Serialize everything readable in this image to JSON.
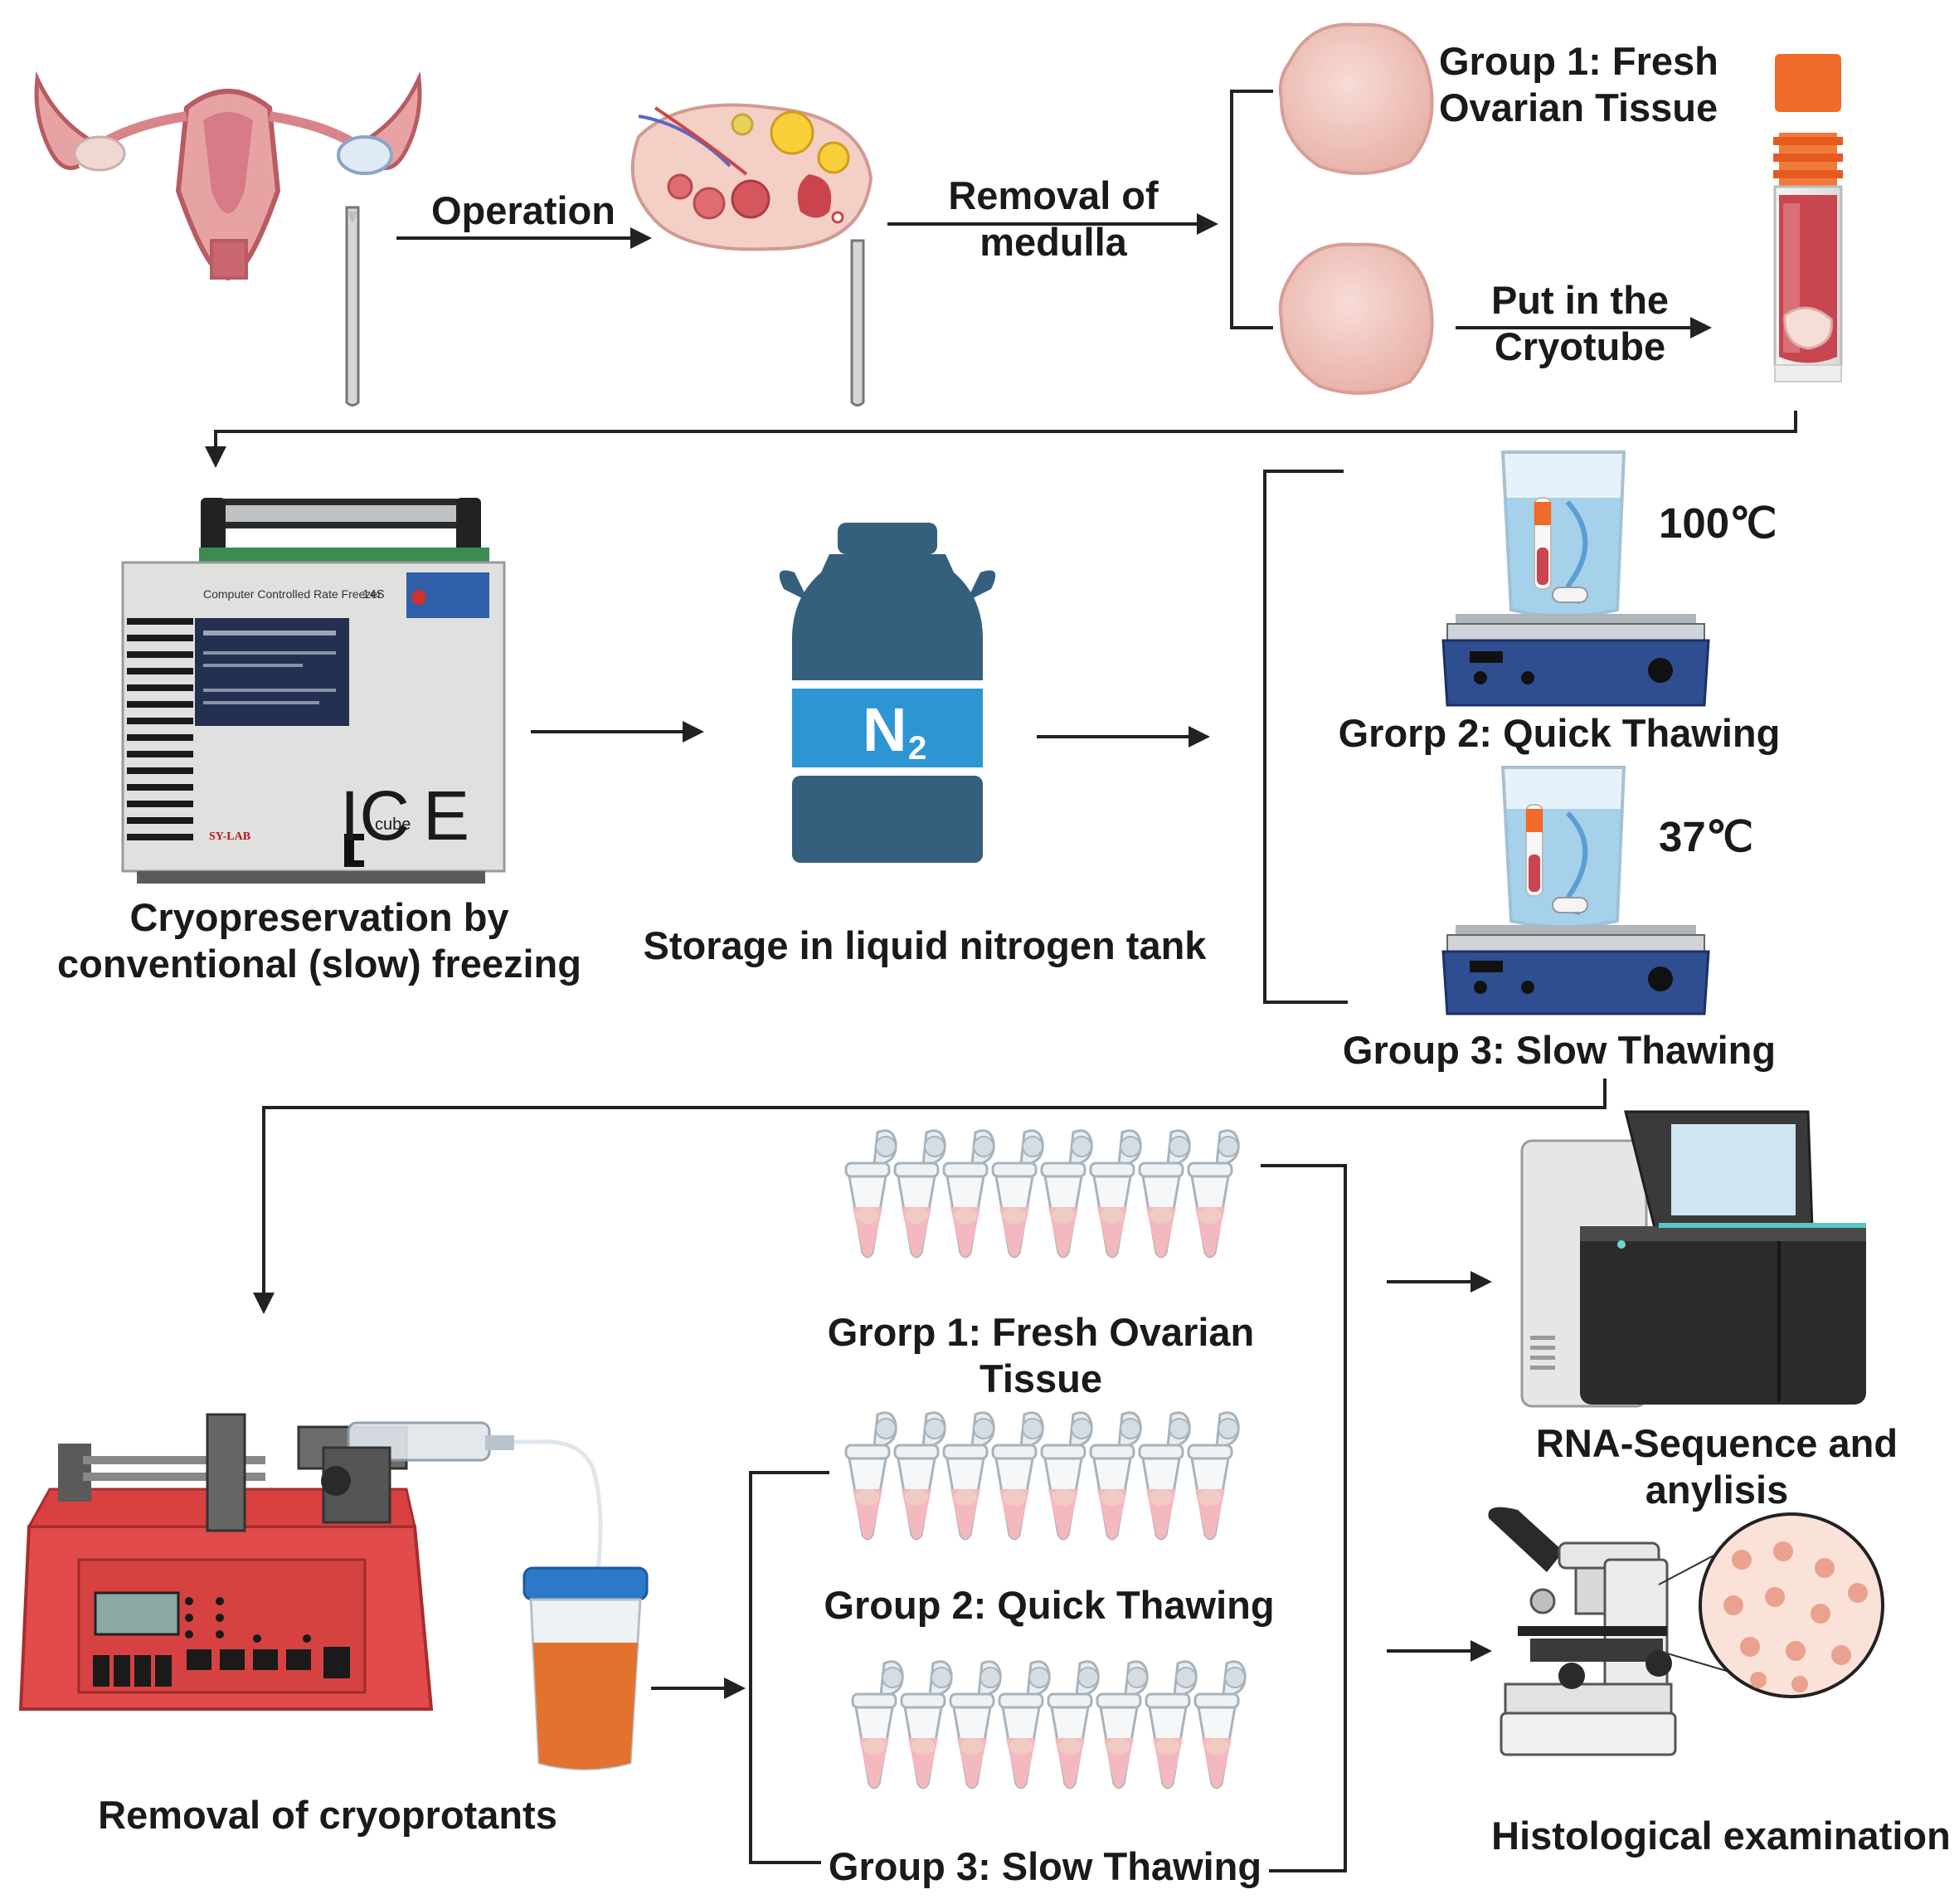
{
  "labels": {
    "operation": "Operation",
    "removal_medulla_1": "Removal of",
    "removal_medulla_2": "medulla",
    "group1_fresh_1": "Group 1: Fresh",
    "group1_fresh_2": "Ovarian Tissue",
    "put_cryotube_1": "Put in the",
    "put_cryotube_2": "Cryotube",
    "cryopreservation_1": "Cryopreservation by",
    "cryopreservation_2": "conventional (slow) freezing",
    "storage": "Storage in liquid nitrogen tank",
    "temp_100": "100℃",
    "group2_quick_top": "Grorp 2: Quick Thawing",
    "temp_37": "37℃",
    "group3_slow_top": "Group 3: Slow Thawing",
    "grorp1_fresh_1": "Grorp 1: Fresh Ovarian",
    "grorp1_fresh_2": "Tissue",
    "group2_quick_bottom": "Group 2: Quick Thawing",
    "group3_slow_bottom": "Group 3: Slow Thawing",
    "removal_cryoprotants": "Removal of cryoprotants",
    "rna_seq_1": "RNA-Sequence and",
    "rna_seq_2": "anylisis",
    "histological": "Histological examination",
    "n2_main": "N",
    "n2_sub": "2"
  },
  "freezer": {
    "brand_line": "Computer Controlled Rate Freezer",
    "model": "14S",
    "logo_main": "IC",
    "logo_cube": "cube",
    "logo_end": "E",
    "maker": "SY-LAB"
  },
  "colors": {
    "uterus": "#e08a8a",
    "ovary_tissue": "#f2c9c2",
    "tank": "#34607e",
    "tank_band": "#2e95d3",
    "cryotube_cap": "#f06a2a",
    "cryotube_fluid": "#c9454f",
    "pump_body": "#e24b4b",
    "cup_liquid": "#e3722e",
    "cup_lid": "#2b79c8",
    "tube_liquid": "#f4b8bf",
    "stirrer": "#2f4e91",
    "sequencer": "#3a3a3a",
    "arrow": "#222222"
  }
}
